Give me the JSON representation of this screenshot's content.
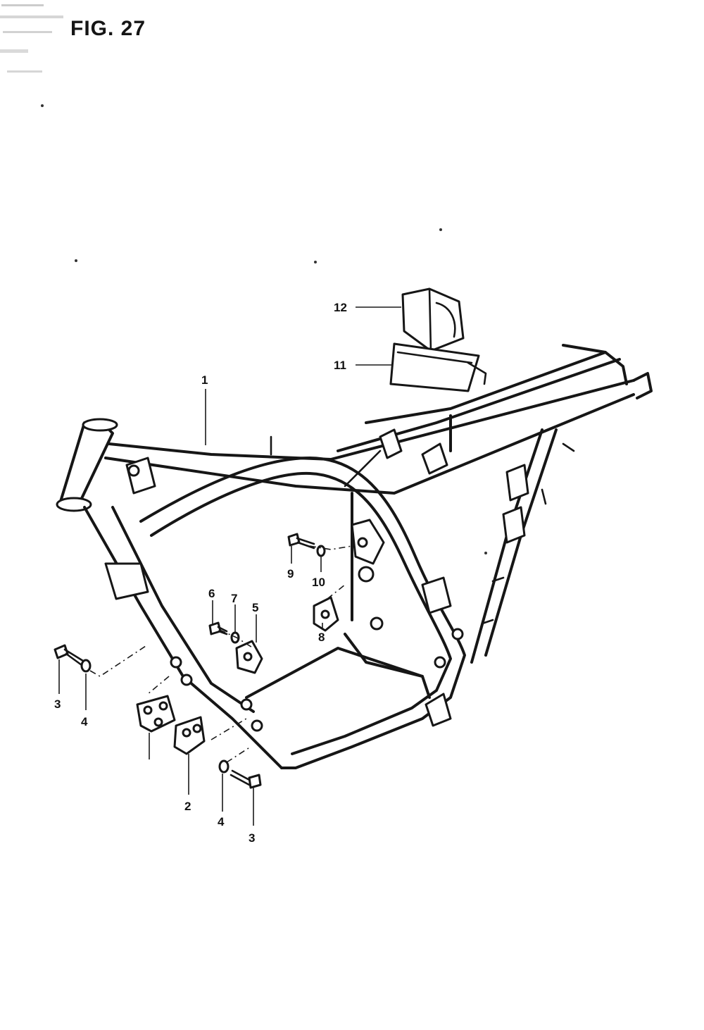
{
  "figure": {
    "title": "FIG. 27"
  },
  "callouts": [
    {
      "id": "c1",
      "label": "1"
    },
    {
      "id": "c2",
      "label": "2"
    },
    {
      "id": "c3a",
      "label": "3"
    },
    {
      "id": "c3b",
      "label": "3"
    },
    {
      "id": "c4a",
      "label": "4"
    },
    {
      "id": "c4b",
      "label": "4"
    },
    {
      "id": "c5",
      "label": "5"
    },
    {
      "id": "c6",
      "label": "6"
    },
    {
      "id": "c7",
      "label": "7"
    },
    {
      "id": "c8",
      "label": "8"
    },
    {
      "id": "c9",
      "label": "9"
    },
    {
      "id": "c10",
      "label": "10"
    },
    {
      "id": "c11",
      "label": "11"
    },
    {
      "id": "c12",
      "label": "12"
    }
  ],
  "colors": {
    "ink": "#161616",
    "paper": "#ffffff"
  }
}
